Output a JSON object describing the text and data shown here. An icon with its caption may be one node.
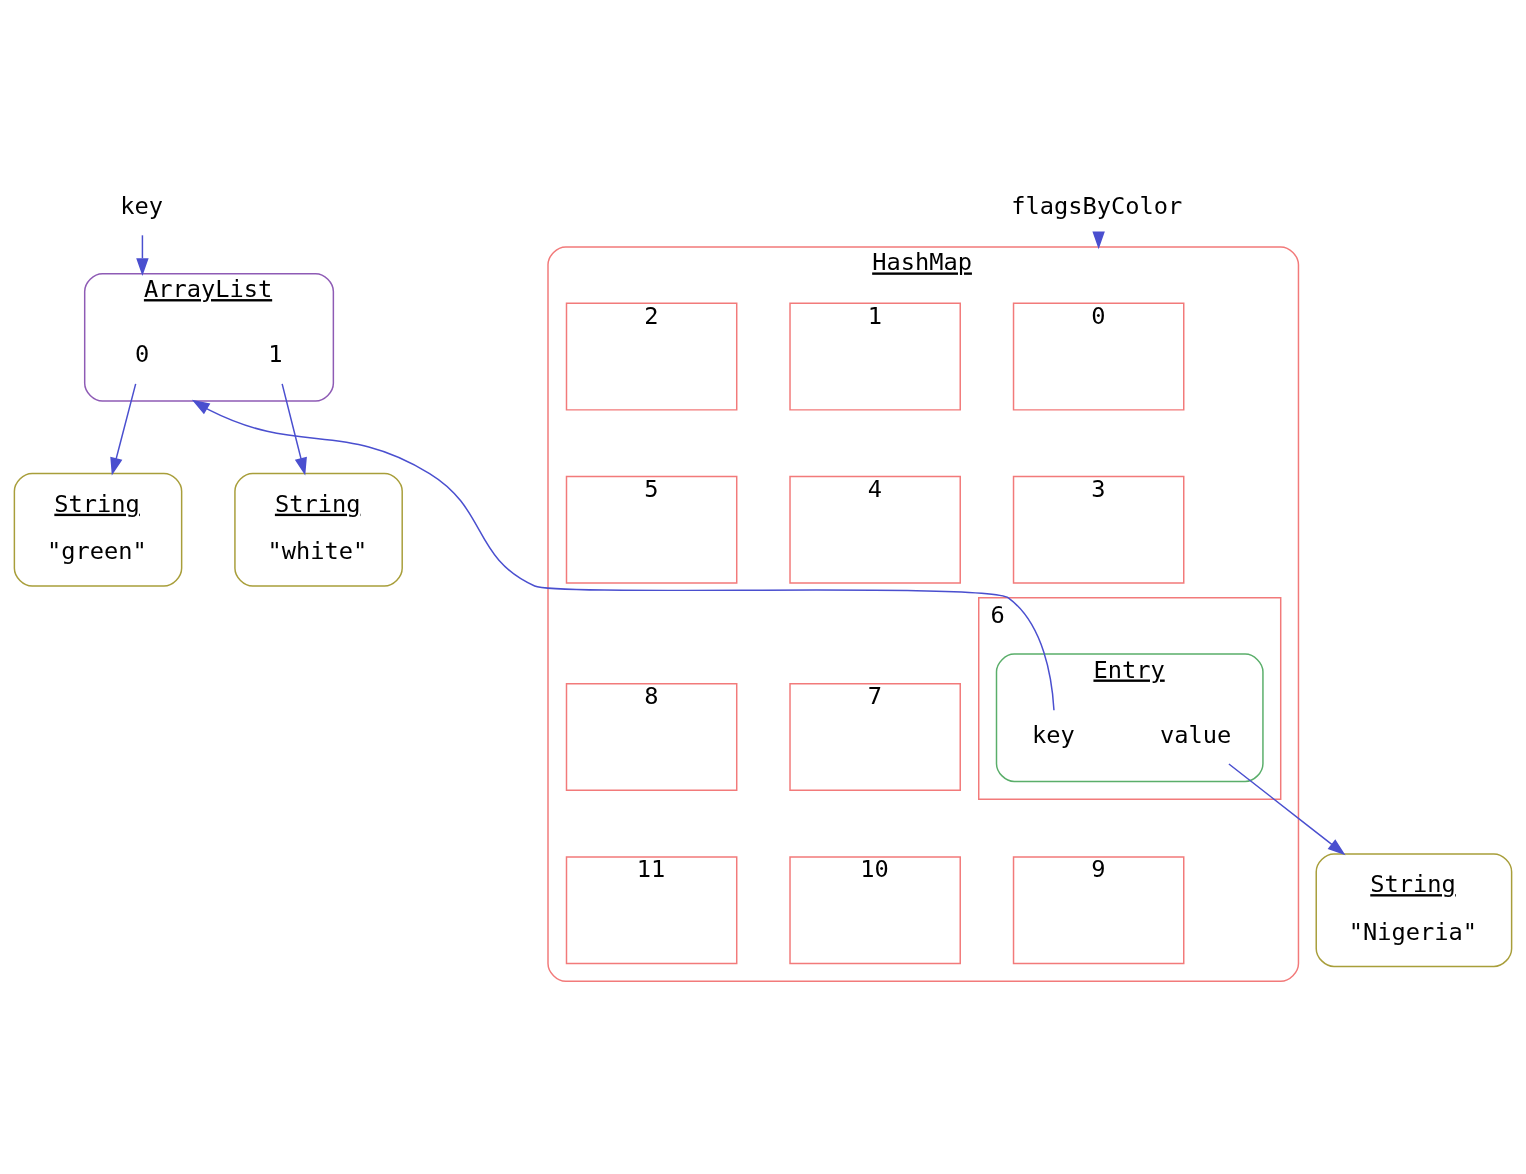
{
  "diagram": {
    "nodes": [
      {
        "text": [
          "key"
        ]
      },
      {
        "text": [
          "flagsByColor"
        ]
      },
      {
        "text": [
          "ArrayList"
        ]
      },
      {
        "text": [
          "0"
        ],
        "in": 2
      },
      {
        "text": [
          "1"
        ],
        "in": 2
      },
      {
        "text": [
          "HashMap"
        ]
      },
      {
        "text": [
          "0"
        ],
        "in": 5
      },
      {
        "text": [
          "1"
        ],
        "in": 5
      },
      {
        "text": [
          "2"
        ],
        "in": 5
      },
      {
        "text": [
          "3"
        ],
        "in": 5
      },
      {
        "text": [
          "4"
        ],
        "in": 5
      },
      {
        "text": [
          "5"
        ],
        "in": 5
      },
      {
        "text": [
          "6"
        ],
        "in": 5
      },
      {
        "text": [
          "7"
        ],
        "in": 5
      },
      {
        "text": [
          "8"
        ],
        "in": 5
      },
      {
        "text": [
          "9"
        ],
        "in": 5
      },
      {
        "text": [
          "10"
        ],
        "in": 5
      },
      {
        "text": [
          "11"
        ],
        "in": 5
      },
      {
        "text": [
          "Entry"
        ],
        "in": 12
      },
      {
        "text": [
          "key"
        ],
        "in": 18
      },
      {
        "text": [
          "value"
        ],
        "in": 18
      },
      {
        "text": [
          "String",
          "\"green\""
        ]
      },
      {
        "text": [
          "String",
          "\"white\""
        ]
      },
      {
        "text": [
          "String",
          "\"Nigeria\""
        ]
      }
    ],
    "edges": [
      {
        "from": 0,
        "to": 2,
        "arrow": "to"
      },
      {
        "from": 1,
        "to": 5,
        "arrow": "to"
      },
      {
        "from": 3,
        "to": 21,
        "arrow": "to"
      },
      {
        "from": 4,
        "to": 22,
        "arrow": "to"
      },
      {
        "from": 19,
        "to": 2,
        "arrow": "to"
      },
      {
        "from": 20,
        "to": 23,
        "arrow": "to"
      }
    ]
  }
}
